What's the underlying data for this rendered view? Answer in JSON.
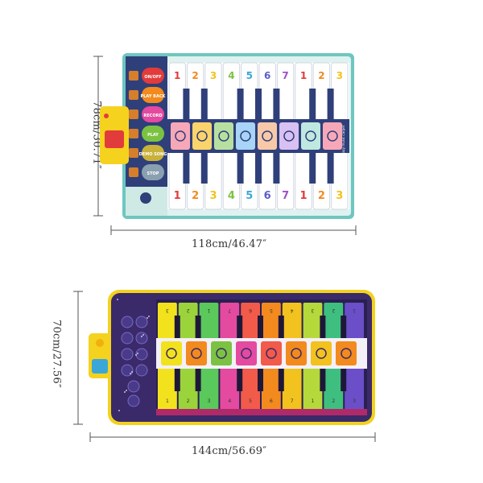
{
  "mat1": {
    "height_label": "78cm/30.71″",
    "width_label": "118cm/46.47″",
    "top_numbers": [
      "1",
      "2",
      "3",
      "4",
      "5",
      "6",
      "7",
      "1",
      "2",
      "3"
    ],
    "bottom_numbers": [
      "1",
      "2",
      "3",
      "4",
      "5",
      "6",
      "7",
      "1",
      "2",
      "3"
    ],
    "top_number_colors": [
      "#e23b3b",
      "#f28a1e",
      "#f2c21e",
      "#7cc242",
      "#3aa7d8",
      "#5a5fc8",
      "#a24fc7",
      "#e23b3b",
      "#f28a1e",
      "#f2c21e"
    ],
    "bottom_number_colors": [
      "#e23b3b",
      "#f28a1e",
      "#f2c21e",
      "#7cc242",
      "#3aa7d8",
      "#5a5fc8",
      "#a24fc7",
      "#e23b3b",
      "#f28a1e",
      "#f2c21e"
    ],
    "buttons": [
      "ON/OFF",
      "PLAY BACK",
      "RECORD",
      "PLAY",
      "DEMO SONG",
      "STOP"
    ],
    "caption": "Crazy music carpet"
  },
  "mat2": {
    "height_label": "70cm/27.56″",
    "width_label": "144cm/56.69″",
    "top_key_labels": [
      "3",
      "2",
      "1",
      "7",
      "6",
      "5",
      "4",
      "3",
      "2",
      "1"
    ],
    "bottom_key_labels": [
      "1",
      "2",
      "3",
      "4",
      "5",
      "6",
      "7",
      "1",
      "2",
      "3"
    ],
    "key_colors": [
      "#f2e21e",
      "#9bd33a",
      "#5ac85a",
      "#e34aa0",
      "#f25a4a",
      "#f28a1e",
      "#f2c21e",
      "#b5d93a",
      "#3fbf7f",
      "#6a4fc8"
    ]
  },
  "colors": {
    "mat1_border": "#6ec6c0",
    "mat1_panel": "#2f3f7a",
    "mat2_border": "#f2d21e",
    "mat2_panel": "#3a2a6a",
    "control_box": "#f5d21e"
  }
}
